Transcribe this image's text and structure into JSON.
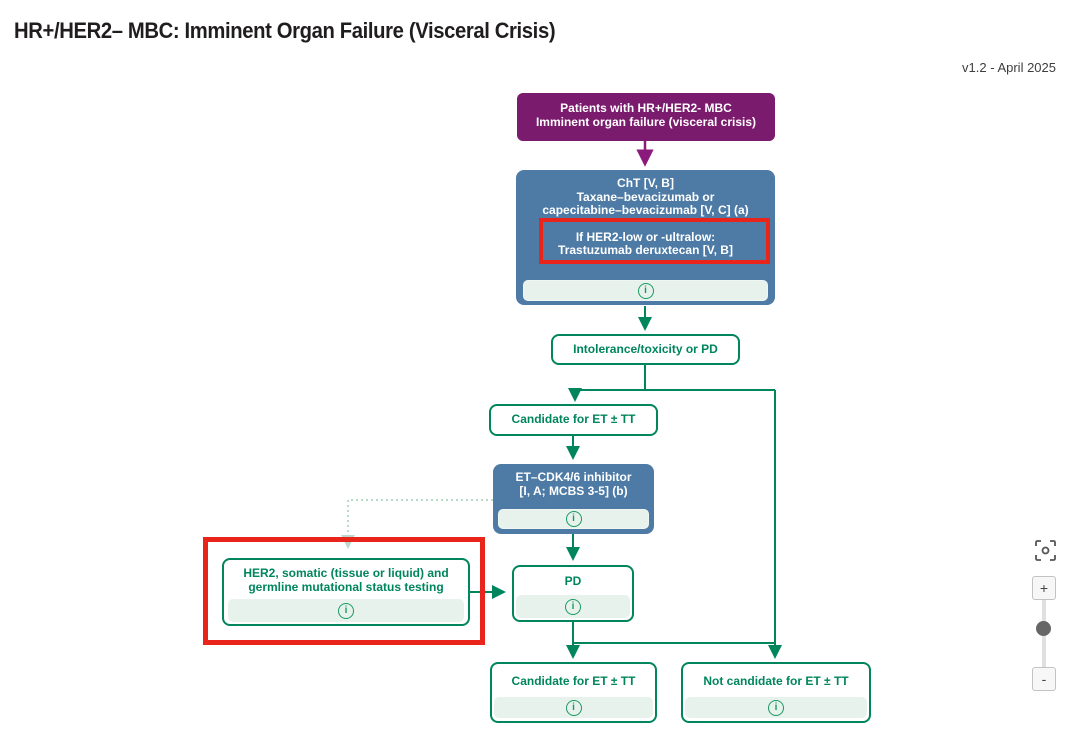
{
  "header": {
    "title": "HR+/HER2– MBC: Imminent Organ Failure (Visceral Crisis)",
    "version": "v1.2 - April 2025"
  },
  "colors": {
    "purple": "#7b1b6d",
    "blue": "#4d7ba6",
    "green": "#00855c",
    "pale_green": "#e7f2ec",
    "highlight_red": "#e8241b"
  },
  "nodes": {
    "patients": {
      "line1": "Patients with HR+/HER2- MBC",
      "line2": "Imminent organ failure (visceral crisis)"
    },
    "cht": {
      "line1": "ChT [V, B]",
      "line2": "Taxane–bevacizumab or",
      "line3": "capecitabine–bevacizumab [V, C] (a)",
      "highlight1": "If HER2-low or -ultralow:",
      "highlight2": "Trastuzumab deruxtecan [V, B]"
    },
    "intolerance": {
      "label": "Intolerance/toxicity or PD"
    },
    "candidate_top": {
      "label": "Candidate for ET ± TT"
    },
    "et_cdk": {
      "line1": "ET–CDK4/6 inhibitor",
      "line2": "[I, A; MCBS 3-5] (b)"
    },
    "her2_testing": {
      "line1": "HER2, somatic (tissue or liquid) and",
      "line2": "germline mutational status testing"
    },
    "pd": {
      "label": "PD"
    },
    "candidate_bottom": {
      "label": "Candidate for ET ± TT"
    },
    "not_candidate": {
      "label": "Not candidate for ET ± TT"
    }
  },
  "icons": {
    "info": "i",
    "zoom_in": "+",
    "zoom_out": "-"
  }
}
